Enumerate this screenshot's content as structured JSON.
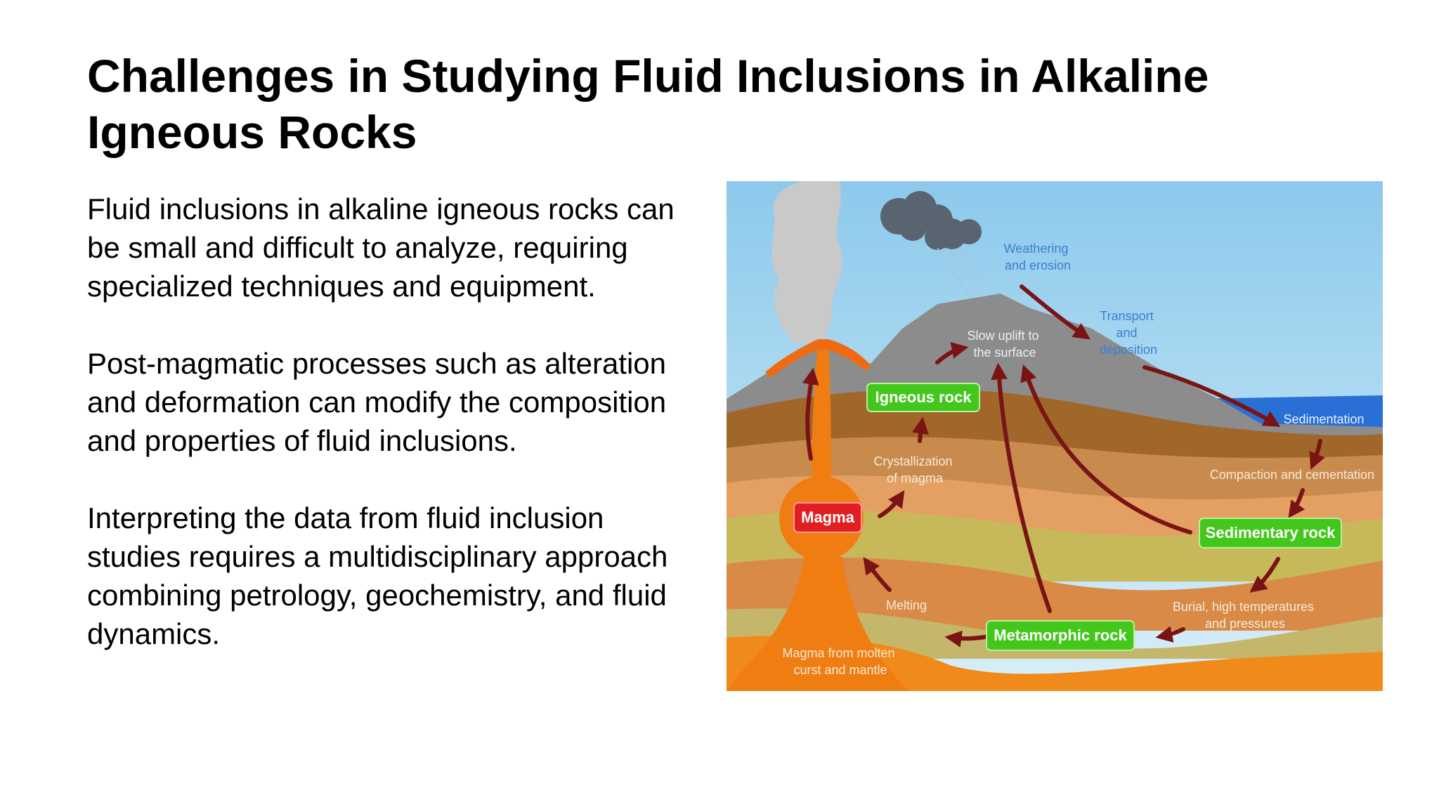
{
  "slide": {
    "title": "Challenges in Studying Fluid Inclusions in Alkaline Igneous Rocks",
    "paragraphs": [
      "Fluid inclusions in alkaline igneous rocks can be small and difficult to analyze, requiring specialized techniques and equipment.",
      "Post-magmatic processes such as alteration and deformation can modify the composition and properties of fluid inclusions.",
      "Interpreting the data from fluid inclusion studies requires a multidisciplinary approach combining petrology, geochemistry, and fluid dynamics."
    ]
  },
  "diagram": {
    "labels": {
      "weathering": [
        "Weathering",
        "and erosion"
      ],
      "transport": [
        "Transport",
        "and",
        "deposition"
      ],
      "uplift": [
        "Slow uplift to",
        "the surface"
      ],
      "igneous": "Igneous rock",
      "crystallization": [
        "Crystallization",
        "of magma"
      ],
      "sedimentation": "Sedimentation",
      "compaction": "Compaction and cementation",
      "magma": "Magma",
      "sedimentary": "Sedimentary rock",
      "burial": [
        "Burial, high temperatures",
        "and pressures"
      ],
      "melting": "Melting",
      "metamorphic": "Metamorphic rock",
      "magma_source": [
        "Magma from molten",
        "curst and mantle"
      ]
    },
    "colors": {
      "sky": "#9fd4ef",
      "arrow": "#7a1414",
      "rock_box": "#43c71c",
      "magma_box": "#e11f22",
      "magma": "#f07d12",
      "blue_text": "#3a7fd0"
    }
  }
}
